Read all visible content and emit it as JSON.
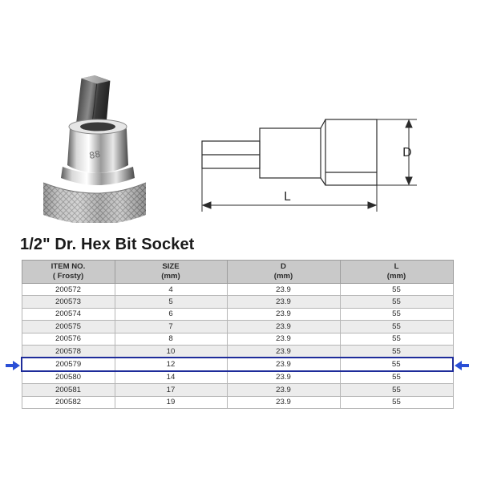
{
  "title": "1/2\" Dr. Hex Bit Socket",
  "drawing": {
    "dimension_d": "D",
    "dimension_l": "L"
  },
  "table": {
    "headers": [
      {
        "line1": "ITEM NO.",
        "line2": "( Frosty)"
      },
      {
        "line1": "SIZE",
        "line2": "(mm)"
      },
      {
        "line1": "D",
        "line2": "(mm)"
      },
      {
        "line1": "L",
        "line2": "(mm)"
      }
    ],
    "rows": [
      [
        "200572",
        "4",
        "23.9",
        "55"
      ],
      [
        "200573",
        "5",
        "23.9",
        "55"
      ],
      [
        "200574",
        "6",
        "23.9",
        "55"
      ],
      [
        "200575",
        "7",
        "23.9",
        "55"
      ],
      [
        "200576",
        "8",
        "23.9",
        "55"
      ],
      [
        "200578",
        "10",
        "23.9",
        "55"
      ],
      [
        "200579",
        "12",
        "23.9",
        "55"
      ],
      [
        "200580",
        "14",
        "23.9",
        "55"
      ],
      [
        "200581",
        "17",
        "23.9",
        "55"
      ],
      [
        "200582",
        "19",
        "23.9",
        "55"
      ]
    ],
    "highlighted_item": "200579"
  },
  "colors": {
    "highlight": "#1e2c9a",
    "arrow": "#2a4fd6",
    "header_bg": "#c9c9c9",
    "stripe_bg": "#ececec"
  },
  "icons": {
    "left_marker": "arrow-right-icon",
    "right_marker": "arrow-left-icon"
  }
}
